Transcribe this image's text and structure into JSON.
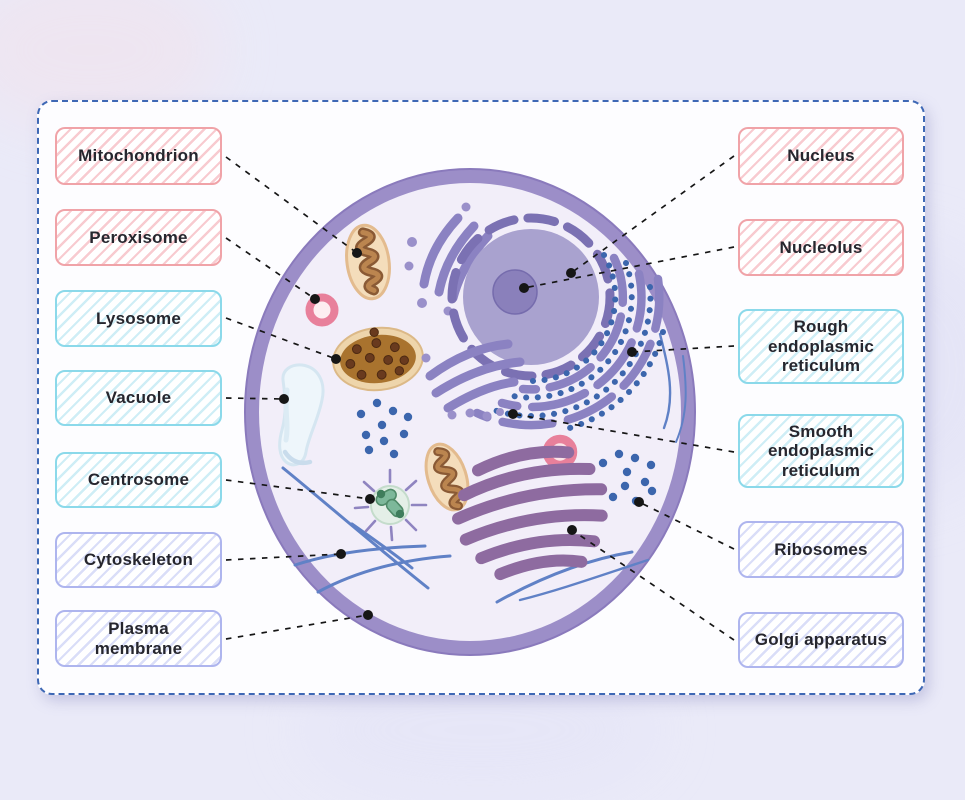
{
  "diagram": {
    "type": "labeled-biology-diagram",
    "subject": "Animal cell structure"
  },
  "labels": {
    "left": [
      {
        "text": "Mitochondrion",
        "color_group": "pink"
      },
      {
        "text": "Peroxisome",
        "color_group": "pink"
      },
      {
        "text": "Lysosome",
        "color_group": "cyan"
      },
      {
        "text": "Vacuole",
        "color_group": "cyan"
      },
      {
        "text": "Centrosome",
        "color_group": "cyan"
      },
      {
        "text": "Cytoskeleton",
        "color_group": "lavender"
      },
      {
        "text": "Plasma membrane",
        "color_group": "lavender"
      }
    ],
    "right": [
      {
        "text": "Nucleus",
        "color_group": "pink"
      },
      {
        "text": "Nucleolus",
        "color_group": "pink"
      },
      {
        "text": "Rough endoplasmic reticulum",
        "color_group": "cyan"
      },
      {
        "text": "Smooth endoplasmic reticulum",
        "color_group": "cyan"
      },
      {
        "text": "Ribosomes",
        "color_group": "lavender"
      },
      {
        "text": "Golgi apparatus",
        "color_group": "lavender"
      }
    ]
  },
  "colors": {
    "background": "#eaeaf8",
    "panel_background": "#fdfdff",
    "panel_border": "#3e68b5",
    "pink_label_border": "#f0a3a8",
    "cyan_label_border": "#8bd9ea",
    "lavender_label_border": "#aeb5ee",
    "label_text": "#26262e",
    "cell_membrane": "#9c8ec8",
    "cytoplasm": "#f2eef9",
    "nucleus_body": "#a9a2cf",
    "nucleolus": "#8a80bb",
    "nuclear_envelope": "#7b71b3",
    "endoplasmic_reticulum": "#8b82c2",
    "ribosome_dots": "#3c66ad",
    "golgi": "#8e6ba0",
    "mitochondrion_shell": "#f4ddbb",
    "mitochondrion_cristae": "#8a5a35",
    "lysosome_body": "#a9732e",
    "lysosome_rim": "#eed5ab",
    "peroxisome_ring": "#e8809b",
    "vacuole": "#eef6fb",
    "centrosome": "#e4efe7",
    "centriole": "#7db89a",
    "cytoskeleton": "#6081c6",
    "connector_line": "#161616"
  }
}
